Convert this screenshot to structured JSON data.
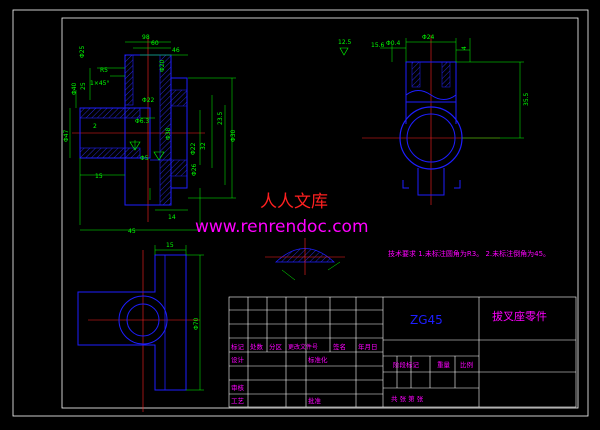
{
  "colors": {
    "background": "#000000",
    "frame": "#ffffff",
    "part_outline": "#1e1eff",
    "dimension": "#00ff00",
    "center_line": "#ff2020",
    "annotation_magenta": "#ff00ff",
    "hatch": "#3030ff"
  },
  "watermark": {
    "chinese": "人人文库",
    "url": "www.renrendoc.com"
  },
  "technical_requirements": "技术要求 1.未标注圆角为R3。 2.未标注倒角为45。",
  "title_block": {
    "material": "ZG45",
    "part_name": "拔叉座零件",
    "revision_header": [
      "标记",
      "处数",
      "分区",
      "更改文件号",
      "签名",
      "年月日"
    ],
    "labels": {
      "design": "设计",
      "standardization": "标准化",
      "review": "审核",
      "process": "工艺",
      "approve": "批准",
      "stage_mark": "阶段标记",
      "weight": "重量",
      "scale": "比例",
      "sheet_info": "共  张 第  张"
    }
  },
  "dimensions": {
    "front_view": [
      "98",
      "60",
      "46",
      "Φ25",
      "Φ40",
      "R5",
      "25",
      "1×45°",
      "2",
      "Φ47",
      "Φ22",
      "Φ38",
      "32",
      "23.5",
      "Φ30",
      "Φ22",
      "Φ20",
      "Φ6.3",
      "Φ5",
      "15",
      "14",
      "45",
      "Φ26"
    ],
    "side_view": [
      "Φ24",
      "4",
      "15.6",
      "Φ0.4",
      "12.5",
      "35.5"
    ],
    "bottom_view": [
      "15",
      "Φ70"
    ]
  }
}
